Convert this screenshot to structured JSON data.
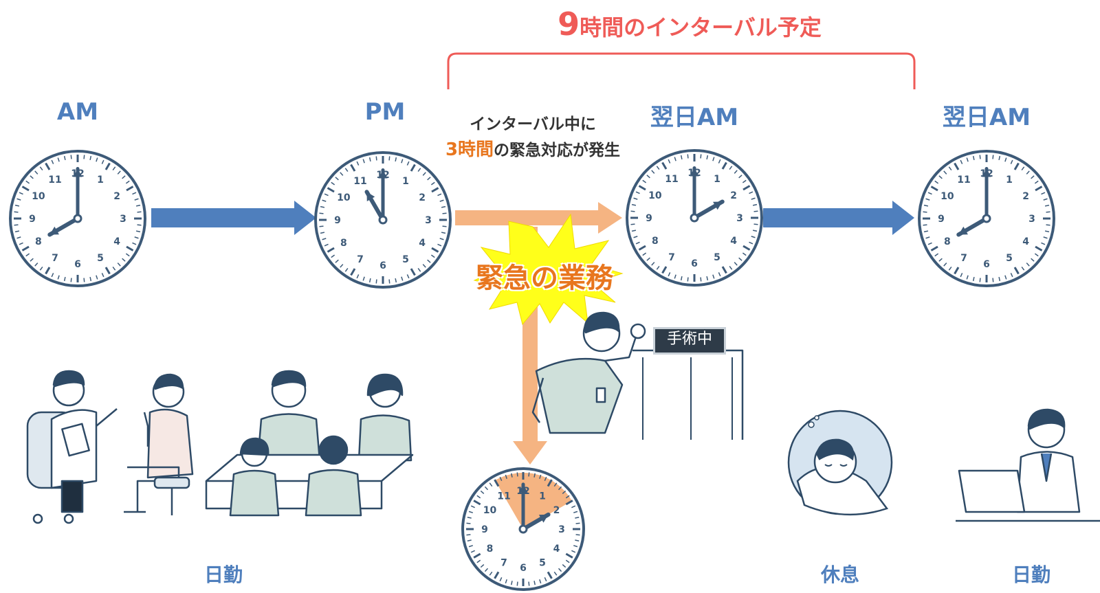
{
  "title": {
    "hours": "9",
    "text": "時間のインターバル予定"
  },
  "clocks": [
    {
      "label": "AM",
      "hour": 8,
      "minute": 0,
      "center": "c1"
    },
    {
      "label": "PM",
      "hour": 11,
      "minute": 0,
      "center": "c2"
    },
    {
      "label": "翌日AM",
      "hour": 2,
      "minute": 0,
      "center": "c3"
    },
    {
      "label": "翌日AM",
      "hour": 8,
      "minute": 0,
      "center": "c4"
    }
  ],
  "interruption_note": {
    "line1": "インターバル中に",
    "highlight": "3時間",
    "line2": "の緊急対応が発生"
  },
  "emergency_label": "緊急の業務",
  "operation_sign": "手術中",
  "emergency_clock": {
    "from_hour": 11,
    "to_hour": 2,
    "hour": 2,
    "minute": 0
  },
  "captions": {
    "day_shift_1": "日勤",
    "rest": "休息",
    "day_shift_2": "日勤"
  },
  "colors": {
    "blue": "#4f7fbd",
    "orange": "#f5b482",
    "accent": "#e8761e",
    "red": "#ef5b57",
    "clock": "#3d5a78"
  }
}
